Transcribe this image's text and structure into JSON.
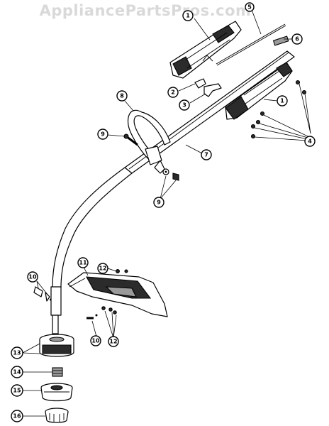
{
  "watermark": "AppliancePartsPros.com",
  "callouts": [
    {
      "id": "c1a",
      "label": "1"
    },
    {
      "id": "c5",
      "label": "5"
    },
    {
      "id": "c6",
      "label": "6"
    },
    {
      "id": "c2",
      "label": "2"
    },
    {
      "id": "c3",
      "label": "3"
    },
    {
      "id": "c1b",
      "label": "1"
    },
    {
      "id": "c8",
      "label": "8"
    },
    {
      "id": "c9a",
      "label": "9"
    },
    {
      "id": "c7",
      "label": "7"
    },
    {
      "id": "c4",
      "label": "4"
    },
    {
      "id": "c9b",
      "label": "9"
    },
    {
      "id": "c11",
      "label": "11"
    },
    {
      "id": "c12a",
      "label": "12"
    },
    {
      "id": "c10a",
      "label": "10"
    },
    {
      "id": "c10b",
      "label": "10"
    },
    {
      "id": "c12b",
      "label": "12"
    },
    {
      "id": "c13",
      "label": "13"
    },
    {
      "id": "c14",
      "label": "14"
    },
    {
      "id": "c15",
      "label": "15"
    },
    {
      "id": "c16",
      "label": "16"
    }
  ]
}
